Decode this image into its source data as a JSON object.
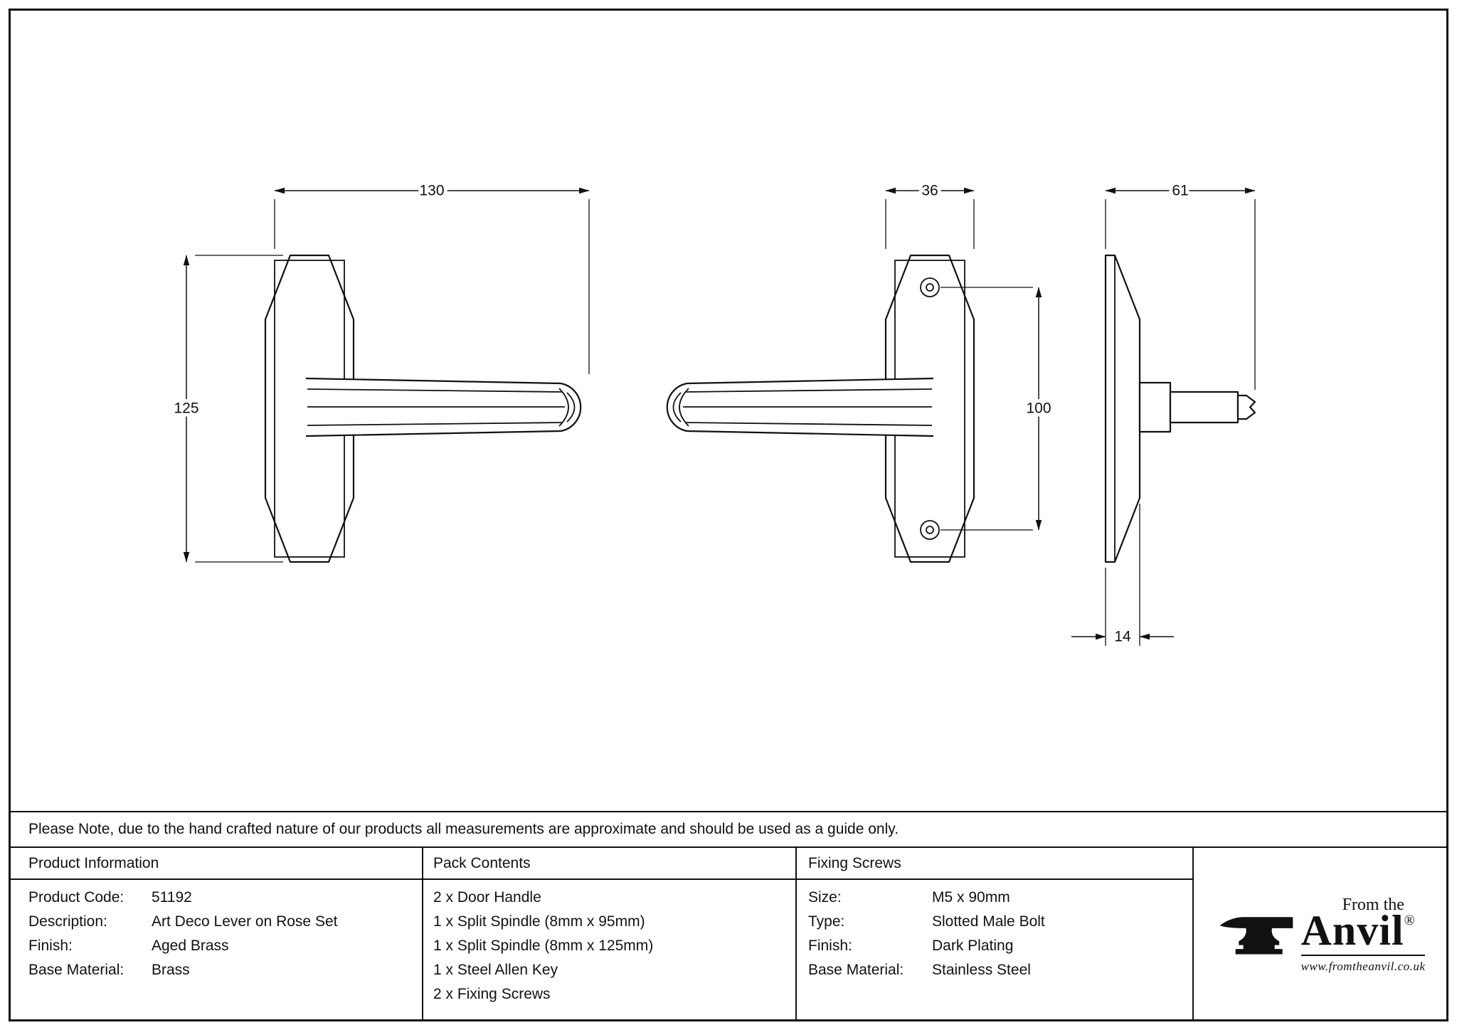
{
  "drawing": {
    "dims": {
      "lever_length": "130",
      "plate_height": "125",
      "rose_width": "36",
      "screw_centres": "100",
      "projection": "61",
      "rose_depth": "14"
    }
  },
  "note": "Please Note, due to the hand crafted nature of our products all measurements are approximate and should be used as a guide only.",
  "table": {
    "product_information": {
      "header": "Product Information",
      "rows": [
        {
          "label": "Product Code:",
          "value": "51192"
        },
        {
          "label": "Description:",
          "value": "Art Deco Lever on Rose Set"
        },
        {
          "label": "Finish:",
          "value": "Aged Brass"
        },
        {
          "label": "Base Material:",
          "value": "Brass"
        }
      ]
    },
    "pack_contents": {
      "header": "Pack Contents",
      "items": [
        "2 x Door Handle",
        "1 x Split Spindle (8mm x 95mm)",
        "1 x Split Spindle (8mm x 125mm)",
        "1 x Steel Allen Key",
        "2 x Fixing Screws"
      ]
    },
    "fixing_screws": {
      "header": "Fixing Screws",
      "rows": [
        {
          "label": "Size:",
          "value": "M5 x 90mm"
        },
        {
          "label": "Type:",
          "value": "Slotted Male Bolt"
        },
        {
          "label": "Finish:",
          "value": "Dark Plating"
        },
        {
          "label": "Base Material:",
          "value": "Stainless Steel"
        }
      ]
    }
  },
  "logo": {
    "tagline": "From the",
    "name": "Anvil",
    "registered": "®",
    "website": "www.fromtheanvil.co.uk"
  }
}
